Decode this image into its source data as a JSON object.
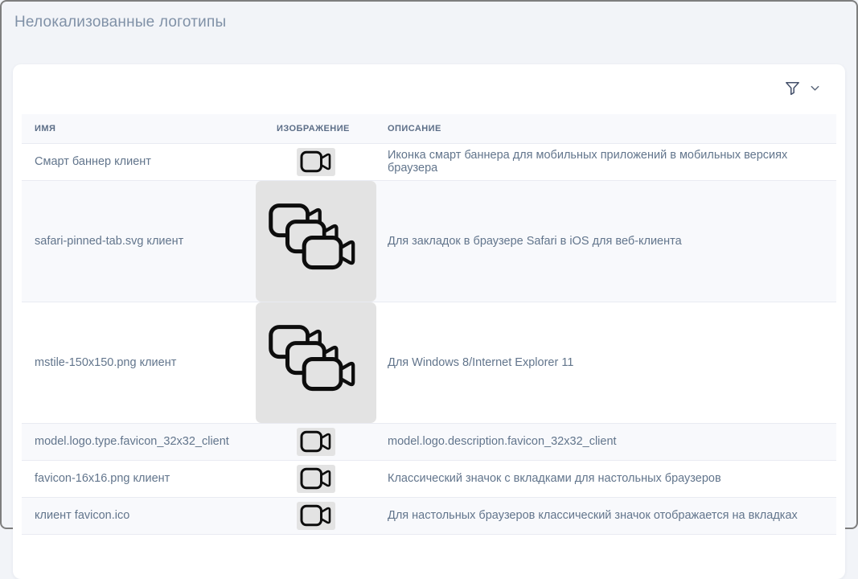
{
  "page_title": "Нелокализованные логотипы",
  "toolbar": {
    "icons": [
      "filter-funnel-icon",
      "chevron-down-icon"
    ]
  },
  "table": {
    "headers": [
      "ИМЯ",
      "ИЗОБРАЖЕНИЕ",
      "ОПИСАНИЕ"
    ],
    "rows": [
      {
        "name": "Смарт баннер клиент",
        "image": "camera-icon-small",
        "description": "Иконка смарт баннера для мобильных приложений в мобильных версиях браузера"
      },
      {
        "name": "safari-pinned-tab.svg клиент",
        "image": "camera-logo-large",
        "description": "Для закладок в браузере Safari в iOS для веб-клиента"
      },
      {
        "name": "mstile-150x150.png клиент",
        "image": "camera-logo-large",
        "description": "Для Windows 8/Internet Explorer 11"
      },
      {
        "name": "model.logo.type.favicon_32x32_client",
        "image": "camera-icon-small",
        "description": "model.logo.description.favicon_32x32_client"
      },
      {
        "name": "favicon-16x16.png клиент",
        "image": "camera-icon-small",
        "description": "Классический значок с вкладками для настольных браузеров"
      },
      {
        "name": "клиент favicon.ico",
        "image": "camera-icon-small",
        "description": "Для настольных браузеров классический значок отображается на вкладках"
      }
    ]
  },
  "colors": {
    "page_bg": "#f2f4f8",
    "card_bg": "#ffffff",
    "stripe_bg": "#f8f9fc",
    "divider": "#e9ebf2",
    "title_text": "#8091a7",
    "header_text": "#5c6e87",
    "cell_text": "#62758c",
    "thumb_bg": "#e3e3e3",
    "camera_stroke": "#0d0d0d",
    "filter_icon": "#44506a",
    "chevron_icon": "#5a6679"
  }
}
